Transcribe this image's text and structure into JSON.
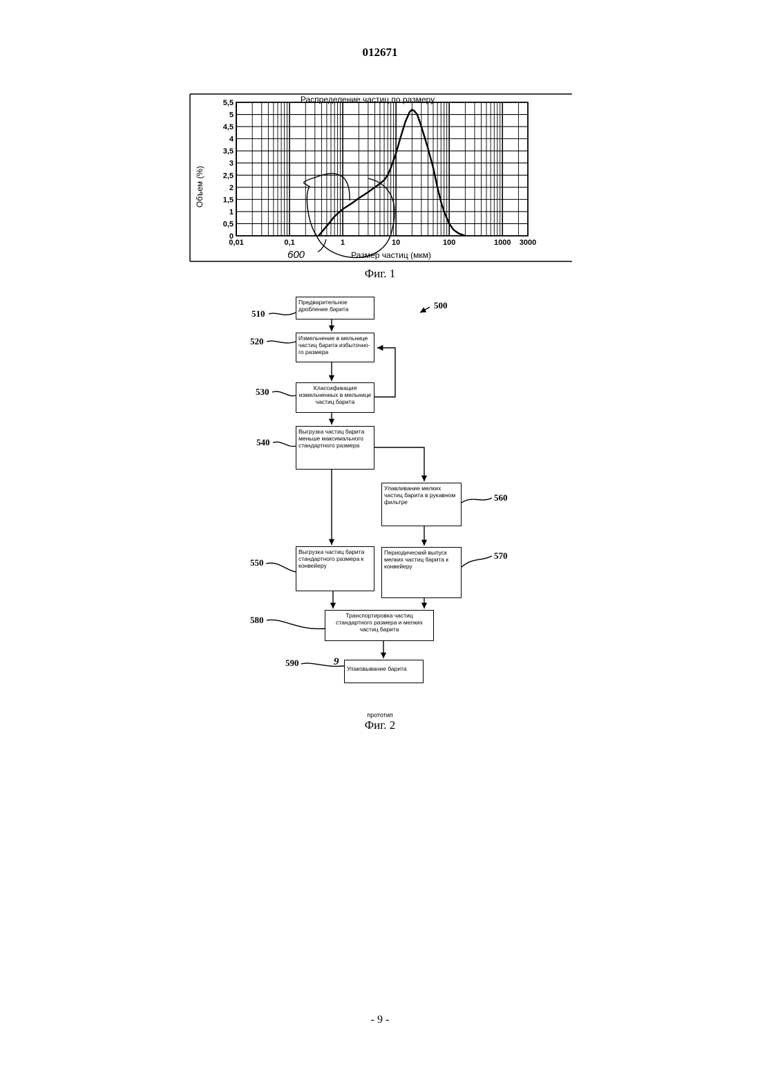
{
  "header": {
    "patent_number": "012671"
  },
  "figure1": {
    "caption": "Фиг. 1",
    "handwritten_label": "600"
  },
  "chart_data": {
    "type": "line",
    "title": "Распределение частиц по размеру",
    "xlabel": "Размер частиц (мкм)",
    "ylabel": "Объем (%)",
    "x_scale": "log",
    "xlim": [
      0.01,
      3000
    ],
    "ylim": [
      0,
      5.5
    ],
    "x_tick_labels": [
      "0,01",
      "0,1",
      "1",
      "10",
      "100",
      "1000",
      "3000"
    ],
    "x_tick_values": [
      0.01,
      0.1,
      1,
      10,
      100,
      1000,
      3000
    ],
    "y_tick_labels": [
      "0",
      "0,5",
      "1",
      "1,5",
      "2",
      "2,5",
      "3",
      "3,5",
      "4",
      "4,5",
      "5",
      "5,5"
    ],
    "y_tick_values": [
      0,
      0.5,
      1,
      1.5,
      2,
      2.5,
      3,
      3.5,
      4,
      4.5,
      5,
      5.5
    ],
    "grid": true,
    "series": [
      {
        "x": [
          0.35,
          0.5,
          0.7,
          1,
          1.5,
          2,
          3,
          4,
          5,
          6,
          7,
          8,
          10,
          12,
          15,
          18,
          20,
          22,
          25,
          30,
          40,
          50,
          60,
          70,
          80,
          100,
          120,
          150,
          200
        ],
        "y": [
          0,
          0.4,
          0.8,
          1.1,
          1.35,
          1.55,
          1.8,
          2.0,
          2.15,
          2.3,
          2.5,
          2.8,
          3.4,
          4.0,
          4.7,
          5.1,
          5.2,
          5.15,
          5.0,
          4.5,
          3.6,
          2.8,
          2.0,
          1.4,
          1.0,
          0.5,
          0.25,
          0.1,
          0
        ]
      }
    ]
  },
  "figure2": {
    "ref_500": "500",
    "prototype_label": "прототип",
    "caption": "Фиг. 2",
    "handwritten_mark": "9",
    "blocks": [
      {
        "ref": "510",
        "text": "Предварительное дробление барита"
      },
      {
        "ref": "520",
        "text": "Измельчение в мельнице частиц барита избыточно-го размера"
      },
      {
        "ref": "530",
        "text": "Классификация измельченных в мельнице частиц барита"
      },
      {
        "ref": "540",
        "text": "Выгрузка частиц барита меньше максимального стандартного размера"
      },
      {
        "ref": "560",
        "text": "Улавливание мелких частиц барита в рукавном фильтре"
      },
      {
        "ref": "550",
        "text": "Выгрузка частиц барита стандартного размера к конвейеру"
      },
      {
        "ref": "570",
        "text": "Периодический выпуск мелких частиц барита к конвейеру"
      },
      {
        "ref": "580",
        "text": "Транспортировка частиц стандартного размера и мелких частиц барита"
      },
      {
        "ref": "590",
        "text": "Упаковывание барита"
      }
    ]
  },
  "footer": {
    "page_number": "- 9 -"
  }
}
